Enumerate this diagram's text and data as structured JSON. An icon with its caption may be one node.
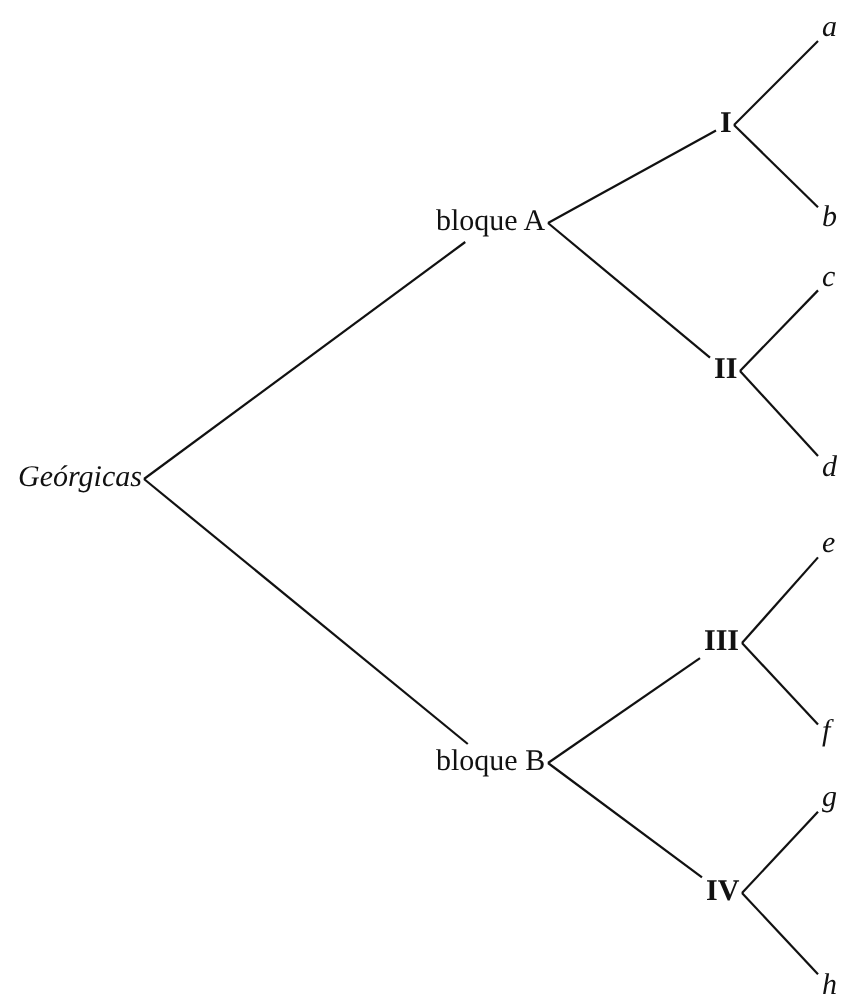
{
  "diagram": {
    "nodes": [
      {
        "text": [
          "Geórgicas"
        ]
      },
      {
        "text": [
          "bloque A"
        ]
      },
      {
        "text": [
          "I"
        ]
      },
      {
        "text": [
          "a"
        ]
      },
      {
        "text": [
          "b"
        ]
      },
      {
        "text": [
          "II"
        ]
      },
      {
        "text": [
          "c"
        ]
      },
      {
        "text": [
          "d"
        ]
      },
      {
        "text": [
          "bloque B"
        ]
      },
      {
        "text": [
          "III"
        ]
      },
      {
        "text": [
          "e"
        ]
      },
      {
        "text": [
          "f"
        ]
      },
      {
        "text": [
          "IV"
        ]
      },
      {
        "text": [
          "g"
        ]
      },
      {
        "text": [
          "h"
        ]
      }
    ],
    "edges": [
      {
        "from": 0,
        "to": 1,
        "arrow": "none"
      },
      {
        "from": 1,
        "to": 2,
        "arrow": "none"
      },
      {
        "from": 2,
        "to": 3,
        "arrow": "none"
      },
      {
        "from": 2,
        "to": 4,
        "arrow": "none"
      },
      {
        "from": 1,
        "to": 5,
        "arrow": "none"
      },
      {
        "from": 5,
        "to": 6,
        "arrow": "none"
      },
      {
        "from": 5,
        "to": 7,
        "arrow": "none"
      },
      {
        "from": 0,
        "to": 8,
        "arrow": "none"
      },
      {
        "from": 8,
        "to": 9,
        "arrow": "none"
      },
      {
        "from": 9,
        "to": 10,
        "arrow": "none"
      },
      {
        "from": 9,
        "to": 11,
        "arrow": "none"
      },
      {
        "from": 8,
        "to": 12,
        "arrow": "none"
      },
      {
        "from": 12,
        "to": 13,
        "arrow": "none"
      },
      {
        "from": 12,
        "to": 14,
        "arrow": "none"
      }
    ]
  }
}
